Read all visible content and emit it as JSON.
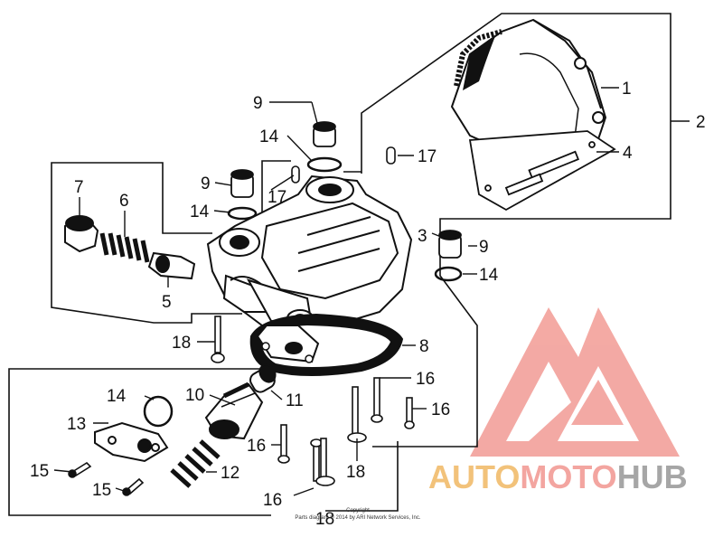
{
  "diagram": {
    "part_labels": [
      {
        "id": "p1",
        "text": "1"
      },
      {
        "id": "p2",
        "text": "2"
      },
      {
        "id": "p3",
        "text": "3"
      },
      {
        "id": "p4",
        "text": "4"
      },
      {
        "id": "p5",
        "text": "5"
      },
      {
        "id": "p6",
        "text": "6"
      },
      {
        "id": "p7",
        "text": "7"
      },
      {
        "id": "p8",
        "text": "8"
      },
      {
        "id": "p9a",
        "text": "9"
      },
      {
        "id": "p9b",
        "text": "9"
      },
      {
        "id": "p9c",
        "text": "9"
      },
      {
        "id": "p10",
        "text": "10"
      },
      {
        "id": "p11",
        "text": "11"
      },
      {
        "id": "p12",
        "text": "12"
      },
      {
        "id": "p13",
        "text": "13"
      },
      {
        "id": "p14a",
        "text": "14"
      },
      {
        "id": "p14b",
        "text": "14"
      },
      {
        "id": "p14c",
        "text": "14"
      },
      {
        "id": "p14d",
        "text": "14"
      },
      {
        "id": "p15a",
        "text": "15"
      },
      {
        "id": "p15b",
        "text": "15"
      },
      {
        "id": "p16a",
        "text": "16"
      },
      {
        "id": "p16b",
        "text": "16"
      },
      {
        "id": "p16c",
        "text": "16"
      },
      {
        "id": "p16d",
        "text": "16"
      },
      {
        "id": "p17a",
        "text": "17"
      },
      {
        "id": "p17b",
        "text": "17"
      },
      {
        "id": "p18a",
        "text": "18"
      },
      {
        "id": "p18b",
        "text": "18"
      },
      {
        "id": "p18c",
        "text": "18"
      }
    ],
    "copyright_line1": "Copyright",
    "copyright_line2": "Parts diagram © 2014 by ARI Network Services, Inc."
  },
  "watermark": {
    "word_part1": "AUTO",
    "word_part2": "MOTO",
    "word_part3": "HUB",
    "colors": {
      "auto": "#f2c27a",
      "moto": "#f3a5a0",
      "hub": "#a6a6a6",
      "logo": "#f08d86"
    }
  }
}
